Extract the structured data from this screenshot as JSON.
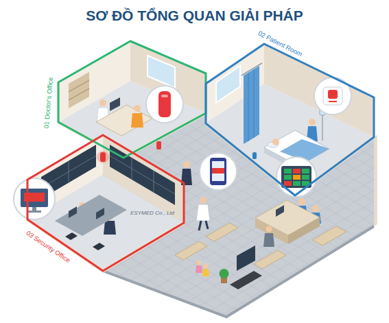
{
  "diagram": {
    "title": "SƠ ĐỒ TỔNG QUAN GIẢI PHÁP",
    "nodes": [
      {
        "text": [
          "01 Doctor's Office"
        ]
      },
      {
        "text": [
          "02 Patient Room"
        ]
      },
      {
        "text": [
          "03 Security Office"
        ]
      }
    ],
    "labels": [
      "ESYMED Co., Ltd"
    ]
  }
}
